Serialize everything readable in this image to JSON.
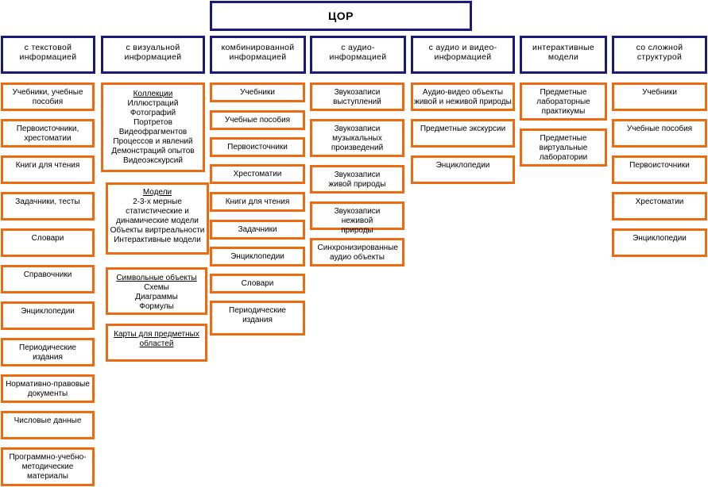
{
  "root": "ЦОР",
  "categories": [
    "с текстовой информацией",
    "с визуальной информацией",
    "комбинированной информацией",
    "с аудио-информацией",
    "с аудио и видео-информацией",
    "интерактивные модели",
    "со сложной структурой"
  ],
  "text_info": [
    "Учебники, учебные пособия",
    "Первоисточники, хрестоматии",
    "Книги для чтения",
    "Задачники, тесты",
    "Словари",
    "Справочники",
    "Энциклопедии",
    "Периодические издания",
    "Нормативно-правовые документы",
    "Числовые данные",
    "Программно-учебно-методические материалы"
  ],
  "visual_info": [
    {
      "title": "Коллекции",
      "lines": [
        "Иллюстраций",
        "Фотографий",
        "Портретов",
        "Видеофрагментов",
        "Процессов и явлений",
        "Демонстраций опытов",
        "Видеоэкскурсий"
      ]
    },
    {
      "title": "Модели",
      "lines": [
        "2-3-х мерные",
        "статистические и",
        "динамические модели",
        "Объекты виртреальности",
        "Интерактивные модели"
      ]
    },
    {
      "title": "Символьные объекты",
      "lines": [
        "Схемы",
        "Диаграммы",
        "Формулы"
      ]
    },
    {
      "title": "Карты для предметных областей",
      "lines": []
    }
  ],
  "combined_info": [
    "Учебники",
    "Учебные пособия",
    "Первоисточники",
    "Хрестоматии",
    "Книги для чтения",
    "Задачники",
    "Энциклопедии",
    "Словари",
    "Периодические издания"
  ],
  "audio_info": [
    "Звукозаписи выступлений",
    "Звукозаписи музыкальных произведений",
    "Звукозаписи живой природы",
    "Звукозаписи неживой природы",
    "Синхронизированные аудио объекты"
  ],
  "audio_video_info": [
    "Аудио-видео объекты живой и неживой природы",
    "Предметные экскурсии",
    "Энциклопедии"
  ],
  "interactive_models": [
    "Предметные лабораторные практикумы",
    "Предметные виртуальные лаборатории"
  ],
  "complex_structure": [
    "Учебники",
    "Учебные пособия",
    "Первоисточники",
    "Хрестоматии",
    "Энциклопедии"
  ],
  "colors": {
    "category_border": "#1a1a7a",
    "item_border": "#ee6a10"
  }
}
